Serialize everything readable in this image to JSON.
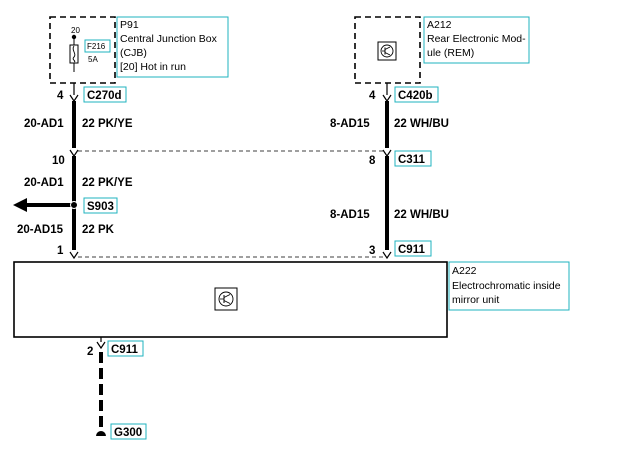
{
  "components": {
    "p91": {
      "id": "P91",
      "lines": [
        "Central Junction Box",
        "(CJB)",
        "[20] Hot in run"
      ],
      "pin": "20",
      "fuse_id": "F216",
      "fuse_rating": "5A"
    },
    "a212": {
      "id": "A212",
      "lines": [
        "Rear Electronic Mod-",
        "ule (REM)"
      ]
    },
    "a222": {
      "id": "A222",
      "lines": [
        "Electrochromatic inside",
        "mirror unit"
      ]
    }
  },
  "connectors": {
    "c270d": {
      "pin": "4",
      "name": "C270d"
    },
    "c420b": {
      "pin": "4",
      "name": "C420b"
    },
    "c311_left": {
      "pin": "10"
    },
    "c311": {
      "pin": "8",
      "name": "C311"
    },
    "c911_left": {
      "pin": "1"
    },
    "c911_right": {
      "pin": "3",
      "name": "C911"
    },
    "c911_bottom": {
      "pin": "2",
      "name": "C911"
    }
  },
  "splice": {
    "name": "S903"
  },
  "ground": {
    "name": "G300"
  },
  "wires": {
    "left_upper": {
      "circuit": "20-AD1",
      "spec": "22 PK/YE"
    },
    "left_middle": {
      "circuit": "20-AD1",
      "spec": "22 PK/YE"
    },
    "left_lower": {
      "circuit": "20-AD15",
      "spec": "22 PK"
    },
    "right_upper": {
      "circuit": "8-AD15",
      "spec": "22 WH/BU"
    },
    "right_lower": {
      "circuit": "8-AD15",
      "spec": "22 WH/BU"
    }
  },
  "colors": {
    "wire": "#000000",
    "label_box": "#1fb3bf",
    "background": "#ffffff"
  },
  "icons": [
    "fuse-icon",
    "transistor-icon",
    "transistor-icon",
    "arrow-left-icon",
    "ground-icon"
  ]
}
